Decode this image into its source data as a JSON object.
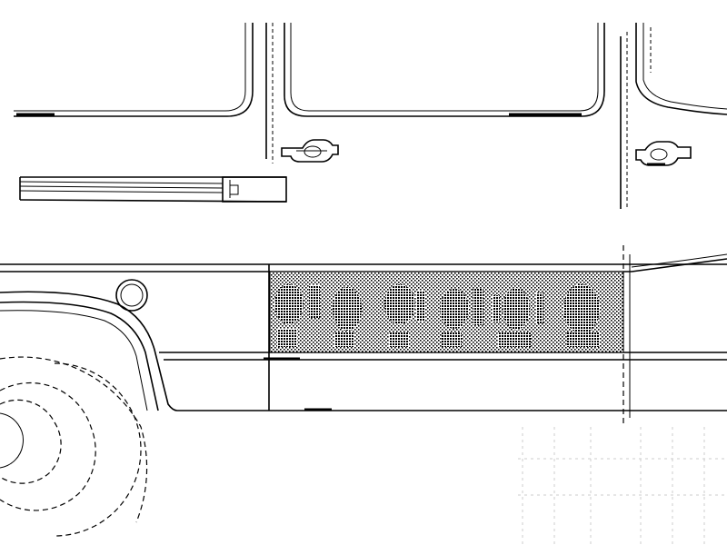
{
  "diagram": {
    "subject": "vehicle-side-panel-line-drawing",
    "colors": {
      "line": "#000000",
      "background": "#ffffff",
      "repair_panel_pattern": "halftone-dots"
    },
    "window_count": 3,
    "door_handle_count": 2,
    "panel_hole_count": 6,
    "text_labels": []
  }
}
